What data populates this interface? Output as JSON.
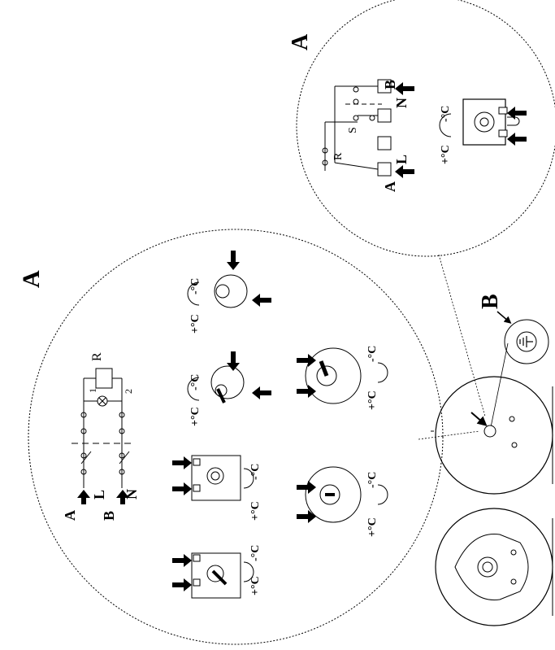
{
  "callouts": {
    "big_a": "A",
    "top_a": "A",
    "b": "B"
  },
  "circuit_a": {
    "terminal_a": "A",
    "terminal_b": "B",
    "line_l": "L",
    "line_n": "N",
    "resistor": "R",
    "lamp_1": "1",
    "lamp_2": "2"
  },
  "circuit_top": {
    "terminal_a": "A",
    "terminal_b": "B",
    "line_l": "L",
    "line_n": "N",
    "resistor": "R",
    "switch": "S"
  },
  "temp_labels": {
    "plus": "+°C",
    "minus": "-°C"
  },
  "icons": [
    "arrow-icon",
    "ground-icon",
    "thermostat-knob-icon",
    "lamp-icon",
    "resistor-icon"
  ]
}
